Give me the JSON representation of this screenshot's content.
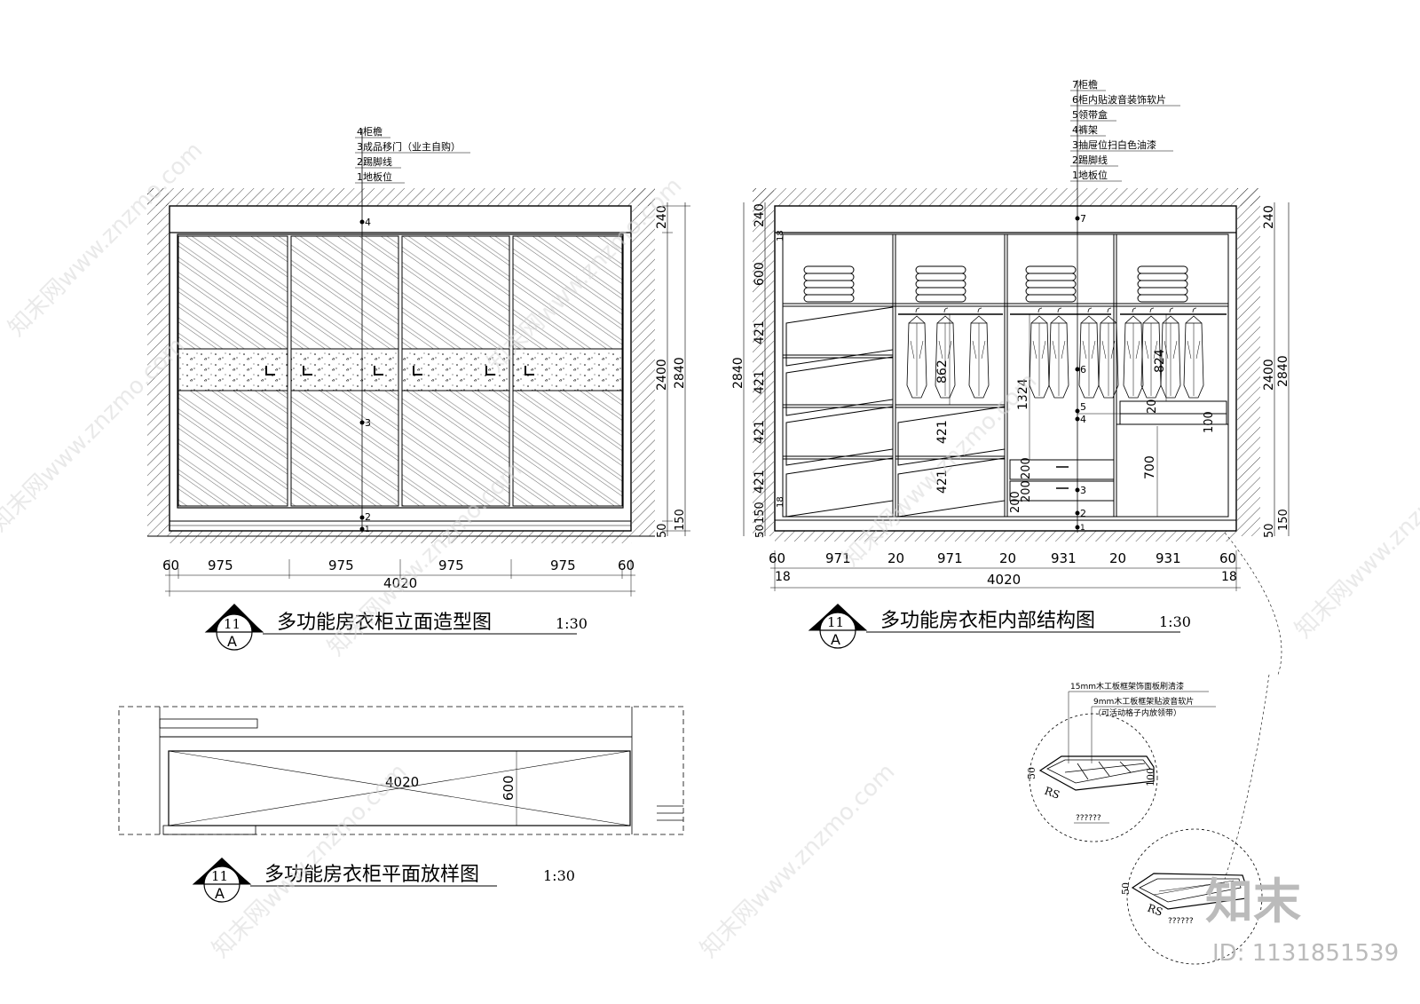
{
  "elevation": {
    "title": "多功能房衣柜立面造型图",
    "scale": "1:30",
    "symbol": {
      "num": "11",
      "letter": "A"
    },
    "leaders": [
      "4柜檐",
      "3成品移门（业主自购）",
      "2踢脚线",
      "1地板位"
    ],
    "markers": [
      "4",
      "3",
      "2",
      "1"
    ],
    "dims_bottom": [
      "60",
      "975",
      "975",
      "975",
      "975",
      "60"
    ],
    "total": "4020",
    "dims_right_inner": [
      "240",
      "2400",
      "150",
      "50"
    ],
    "dims_right_outer": "2840"
  },
  "interior": {
    "title": "多功能房衣柜内部结构图",
    "scale": "1:30",
    "symbol": {
      "num": "11",
      "letter": "A"
    },
    "leaders": [
      "7柜檐",
      "6柜内贴波音装饰软片",
      "5领带盒",
      "4裤架",
      "3抽屉位扫白色油漆",
      "2踢脚线",
      "1地板位"
    ],
    "markers": [
      "7",
      "6",
      "5",
      "4",
      "3",
      "2",
      "1"
    ],
    "dims_bottom": [
      "60",
      "971",
      "20",
      "971",
      "20",
      "931",
      "20",
      "931",
      "60"
    ],
    "dims_small": [
      "18",
      "18"
    ],
    "total": "4020",
    "dims_left": [
      "240",
      "18",
      "600",
      "421",
      "421",
      "421",
      "421",
      "18",
      "150",
      "50"
    ],
    "dims_left_outer": "2840",
    "dims_right": [
      "240",
      "2400",
      "150",
      "50"
    ],
    "dims_right_outer": "2840",
    "inner_dims": [
      "862",
      "1324",
      "824",
      "421",
      "421",
      "200",
      "200",
      "200",
      "700",
      "100",
      "20"
    ]
  },
  "plan": {
    "title": "多功能房衣柜平面放样图",
    "scale": "1:30",
    "symbol": {
      "num": "11",
      "letter": "A"
    },
    "length": "4020",
    "depth": "600"
  },
  "detail": {
    "note1": "15mm木工板框架饰面板刷清漆",
    "note2": "9mm木工板框架贴波音软片",
    "note3": "（可活动格子内放领带）",
    "dims": [
      "50",
      "100",
      "RS",
      "50",
      "RS"
    ],
    "caption": "??????",
    "caption2": "??????"
  },
  "watermark": {
    "site": "知末网www.znzmo.com",
    "logo": "知末",
    "id": "ID: 1131851539"
  }
}
